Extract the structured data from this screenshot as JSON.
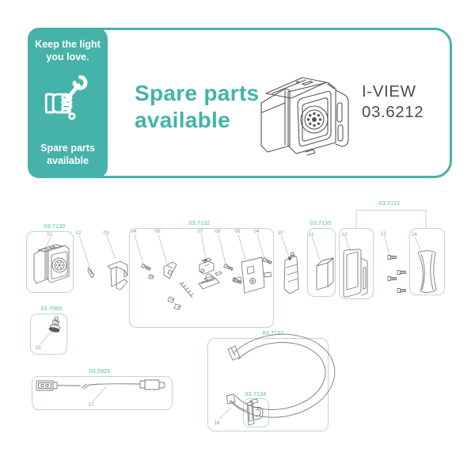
{
  "banner": {
    "tagline": "Keep the light you love.",
    "badge_caption": "Spare parts available",
    "headline_line1": "Spare parts",
    "headline_line2": "available",
    "product_name": "I-VIEW",
    "product_code": "03.6212",
    "icon": "hand-holding-wrench-icon"
  },
  "colors": {
    "teal": "#45B3A9",
    "part_number_teal": "#4FB8AE",
    "box_border": "#B9D8D3",
    "line_art_gray": "#7A7A7A",
    "item_label_gray": "#9A9A9A",
    "product_text": "#4C4C4C"
  },
  "diagram": {
    "codes": {
      "front_assembly": "03.7130",
      "internal_parts_kit": "03.7132",
      "battery": "03.7135",
      "frame_kit": "03.7131",
      "valve": "03.7085",
      "usb_cable": "03.5925",
      "headband": "03.7133",
      "buckle": "03.7134"
    },
    "items": [
      "01",
      "02",
      "03",
      "04",
      "09",
      "07",
      "08",
      "09",
      "04",
      "10",
      "11",
      "12",
      "13",
      "14",
      "15",
      "16",
      "17"
    ]
  }
}
